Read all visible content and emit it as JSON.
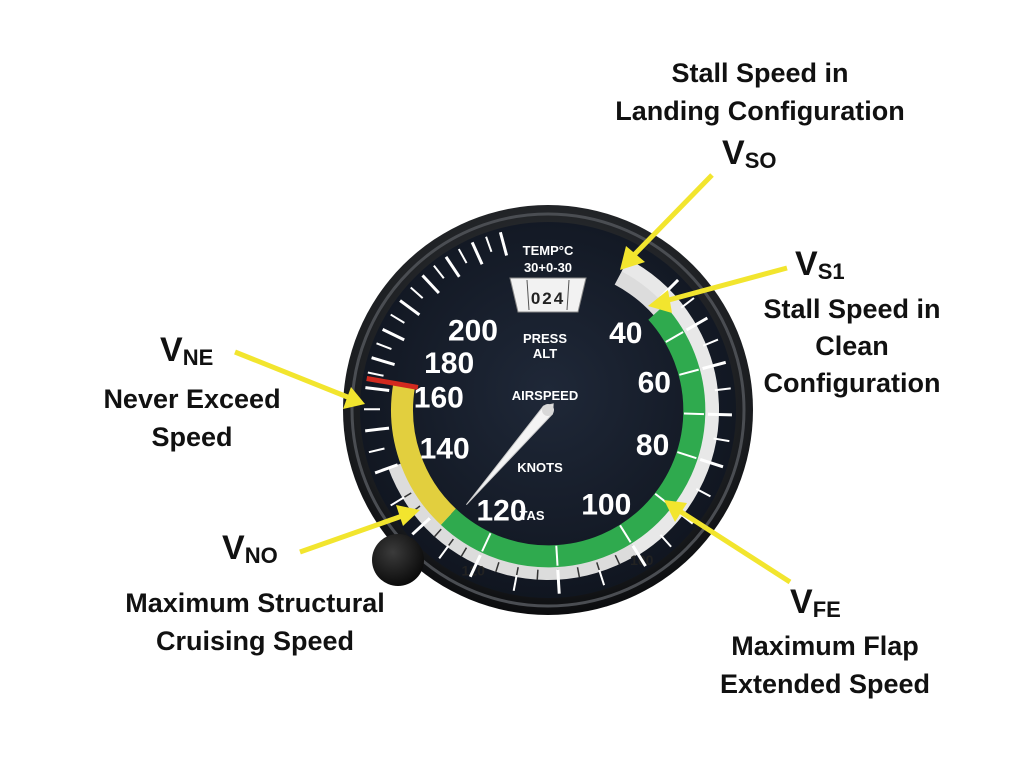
{
  "gauge": {
    "temp_label": "TEMP°C",
    "temp_scale": "30+0-30",
    "press_alt_digits": "024",
    "press_label": "PRESS",
    "alt_label": "ALT",
    "airspeed_label": "AIRSPEED",
    "knots_label": "KNOTS",
    "tas_label": "TAS",
    "speed_marks": [
      {
        "text": "200",
        "speed": 200
      },
      {
        "text": "180",
        "speed": 180
      },
      {
        "text": "160",
        "speed": 160
      },
      {
        "text": "140",
        "speed": 140
      },
      {
        "text": "120",
        "speed": 120
      },
      {
        "text": "100",
        "speed": 100
      },
      {
        "text": "80",
        "speed": 80
      },
      {
        "text": "60",
        "speed": 60
      },
      {
        "text": "40",
        "speed": 40
      }
    ],
    "tas_marks": [
      {
        "text": "120",
        "speed": 120
      },
      {
        "text": "100",
        "speed": 100
      }
    ],
    "arcs": {
      "white": [
        33,
        100
      ],
      "green": [
        42,
        128
      ],
      "yellow": [
        128,
        163
      ],
      "red_line": 163
    },
    "needle_speed": 127,
    "colors": {
      "white_arc": "#e8e8e8",
      "green_arc": "#2faa4e",
      "yellow_arc": "#e2cf3e",
      "red_line": "#d22a1f",
      "face": "#141c2a",
      "arrow": "#f2e52e"
    }
  },
  "callouts": {
    "vso": {
      "v": "V",
      "sub": "SO",
      "line1": "Stall Speed in",
      "line2": "Landing Configuration"
    },
    "vs1": {
      "v": "V",
      "sub": "S1",
      "line1": "Stall Speed in",
      "line2": "Clean",
      "line3": "Configuration"
    },
    "vne": {
      "v": "V",
      "sub": "NE",
      "line1": "Never Exceed",
      "line2": "Speed"
    },
    "vno": {
      "v": "V",
      "sub": "NO",
      "line1": "Maximum Structural",
      "line2": "Cruising Speed"
    },
    "vfe": {
      "v": "V",
      "sub": "FE",
      "line1": "Maximum Flap",
      "line2": "Extended Speed"
    }
  }
}
